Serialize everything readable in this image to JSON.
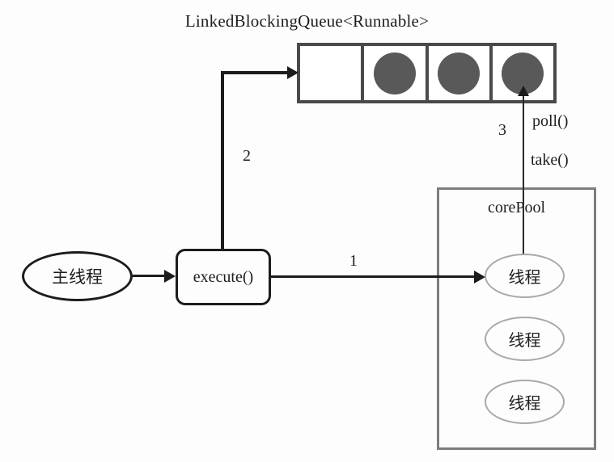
{
  "title": "LinkedBlockingQueue<Runnable>",
  "queue": {
    "cells": [
      {
        "occupied": false
      },
      {
        "occupied": true
      },
      {
        "occupied": true
      },
      {
        "occupied": true
      }
    ]
  },
  "main_thread": {
    "label": "主线程"
  },
  "execute_box": {
    "label": "execute()"
  },
  "core_pool": {
    "label": "corePool",
    "threads": [
      {
        "label": "线程"
      },
      {
        "label": "线程"
      },
      {
        "label": "线程"
      }
    ]
  },
  "arrows": {
    "submit": {
      "step": "1"
    },
    "enqueue": {
      "step": "2"
    },
    "dequeue": {
      "step": "3",
      "labels": [
        "poll()",
        "take()"
      ]
    }
  },
  "colors": {
    "line": "#1c1c1c",
    "queue_border": "#4a4a4a",
    "task_fill": "#595959",
    "pool_border": "#7d7d7d",
    "thread_border": "#a9a9a9",
    "background": "#fdfdfd"
  }
}
